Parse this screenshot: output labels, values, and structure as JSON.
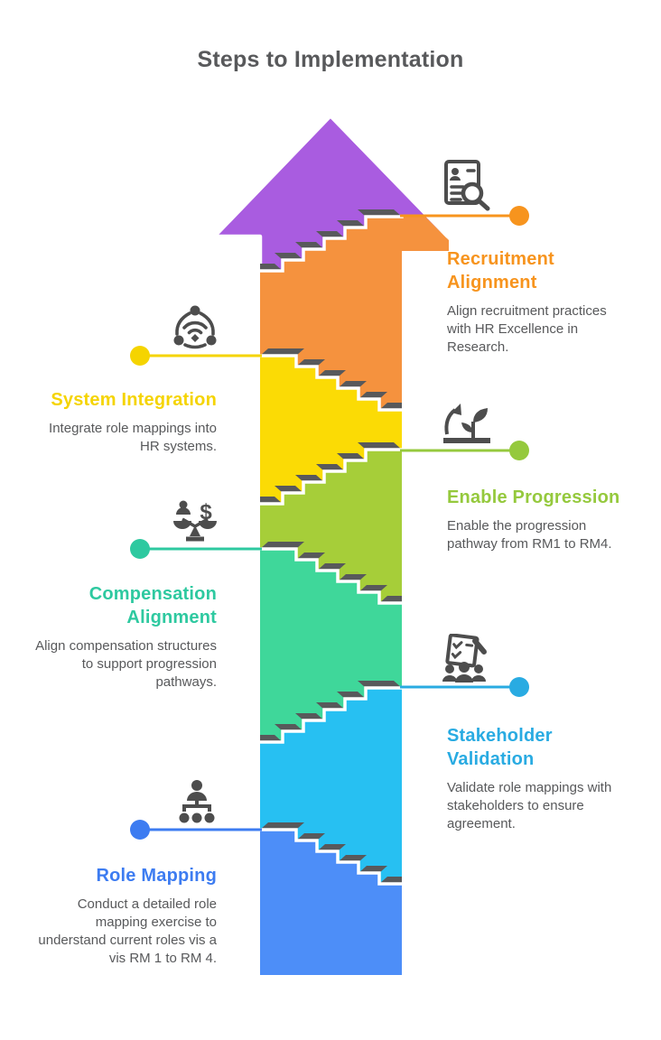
{
  "title": "Steps to Implementation",
  "palette": {
    "background": "#FFFFFF",
    "title_text": "#58595B",
    "description_text": "#58595B",
    "icon_gray": "#4D4D4D",
    "stair_shadow": "#58595B",
    "stair_outline": "#FFFFFF",
    "arrow_purple": "#A95CE0"
  },
  "steps": [
    {
      "order": 1,
      "side": "left",
      "title": "Role Mapping",
      "description": "Conduct a detailed role mapping exercise to understand current roles vis a vis RM 1 to RM 4.",
      "band_color": "#4D8EF8",
      "accent_color": "#3D7CF1",
      "icon": "org-chart-icon"
    },
    {
      "order": 2,
      "side": "right",
      "title": "Stakeholder Validation",
      "description": "Validate role mappings with stakeholders to ensure agreement.",
      "band_color": "#27C0F2",
      "accent_color": "#29ABE2",
      "icon": "checklist-people-icon"
    },
    {
      "order": 3,
      "side": "left",
      "title": "Compensation Alignment",
      "description": "Align compensation structures to support progression pathways.",
      "band_color": "#3FD79A",
      "accent_color": "#2EC9A0",
      "icon": "balance-scale-icon"
    },
    {
      "order": 4,
      "side": "right",
      "title": "Enable Progression",
      "description": "Enable the progression pathway from RM1 to RM4.",
      "band_color": "#A6CE39",
      "accent_color": "#95C93D",
      "icon": "growth-sprout-icon"
    },
    {
      "order": 5,
      "side": "left",
      "title": "System Integration",
      "description": "Integrate role mappings into HR systems.",
      "band_color": "#FBDB05",
      "accent_color": "#F5D400",
      "icon": "network-nodes-icon"
    },
    {
      "order": 6,
      "side": "right",
      "title": "Recruitment Alignment",
      "description": "Align recruitment practices with HR Excellence in Research.",
      "band_color": "#F5923E",
      "accent_color": "#F7941E",
      "icon": "resume-search-icon"
    }
  ]
}
